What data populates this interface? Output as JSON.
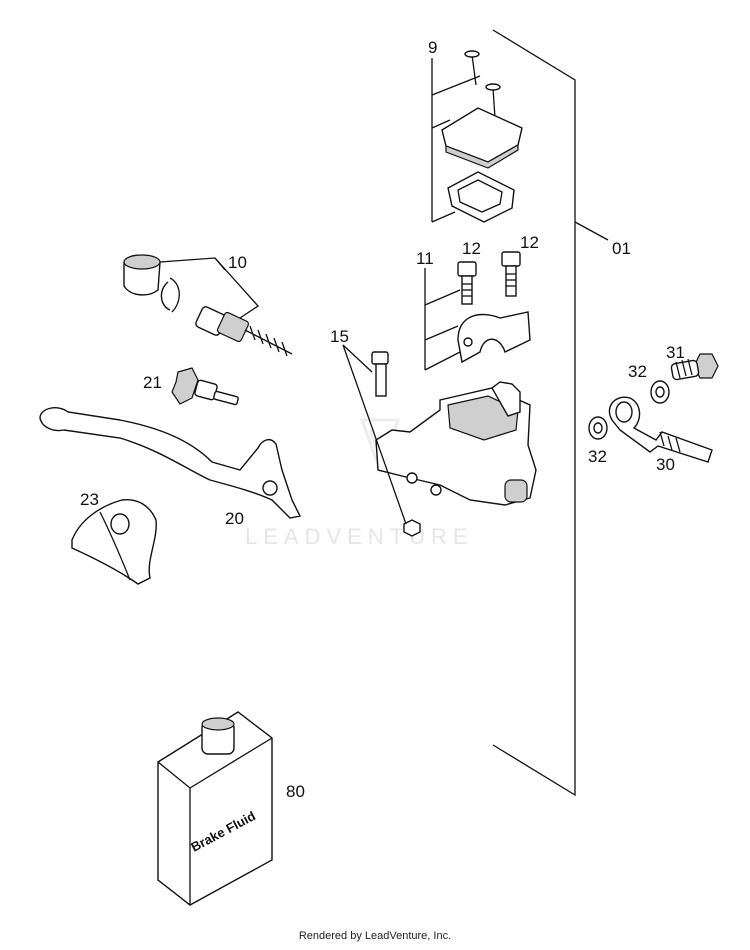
{
  "watermark": "LEADVENTURE",
  "footer": "Rendered by LeadVenture, Inc.",
  "labels": {
    "p9": "9",
    "p10": "10",
    "p11": "11",
    "p12a": "12",
    "p12b": "12",
    "p01": "01",
    "p15": "15",
    "p21": "21",
    "p31": "31",
    "p32a": "32",
    "p32b": "32",
    "p30": "30",
    "p23": "23",
    "p20": "20",
    "p80": "80"
  },
  "bottle_text": "Brake Fluid"
}
